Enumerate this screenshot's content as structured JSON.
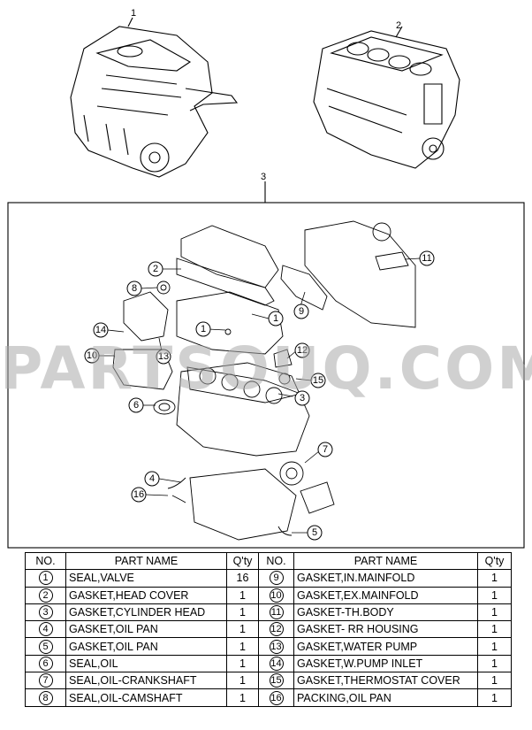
{
  "callouts": {
    "top": [
      "1",
      "2",
      "3"
    ],
    "kit": [
      "1",
      "2",
      "3",
      "6",
      "7",
      "8",
      "9",
      "10",
      "11",
      "12",
      "13",
      "14",
      "15",
      "4",
      "16",
      "5"
    ]
  },
  "watermark": "PARTSOUQ.COM",
  "table": {
    "headers": [
      "NO.",
      "PART NAME",
      "Q'ty",
      "NO.",
      "PART NAME",
      "Q'ty"
    ],
    "rows": [
      {
        "no1": "1",
        "name1": "SEAL,VALVE",
        "qty1": "16",
        "no2": "9",
        "name2": "GASKET,IN.MAINFOLD",
        "qty2": "1"
      },
      {
        "no1": "2",
        "name1": "GASKET,HEAD COVER",
        "qty1": "1",
        "no2": "10",
        "name2": "GASKET,EX.MAINFOLD",
        "qty2": "1"
      },
      {
        "no1": "3",
        "name1": "GASKET,CYLINDER HEAD",
        "qty1": "1",
        "no2": "11",
        "name2": "GASKET-TH.BODY",
        "qty2": "1"
      },
      {
        "no1": "4",
        "name1": "GASKET,OIL PAN",
        "qty1": "1",
        "no2": "12",
        "name2": "GASKET- RR HOUSING",
        "qty2": "1"
      },
      {
        "no1": "5",
        "name1": "GASKET,OIL PAN",
        "qty1": "1",
        "no2": "13",
        "name2": "GASKET,WATER PUMP",
        "qty2": "1"
      },
      {
        "no1": "6",
        "name1": "SEAL,OIL",
        "qty1": "1",
        "no2": "14",
        "name2": "GASKET,W.PUMP INLET",
        "qty2": "1"
      },
      {
        "no1": "7",
        "name1": "SEAL,OIL-CRANKSHAFT",
        "qty1": "1",
        "no2": "15",
        "name2": "GASKET,THERMOSTAT COVER",
        "qty2": "1"
      },
      {
        "no1": "8",
        "name1": "SEAL,OIL-CAMSHAFT",
        "qty1": "1",
        "no2": "16",
        "name2": "PACKING,OIL PAN",
        "qty2": "1"
      }
    ]
  }
}
